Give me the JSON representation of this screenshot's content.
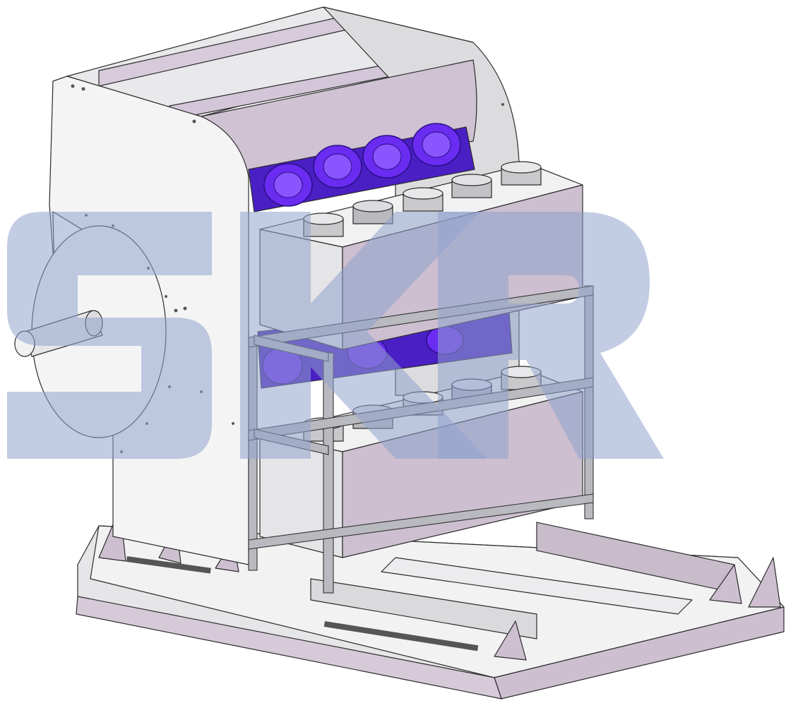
{
  "scene": {
    "subject": "cad-render-industrial-machine",
    "watermark_letters": [
      "S",
      "K",
      "R"
    ],
    "colors": {
      "background": "#ffffff",
      "metal_light": "#ededed",
      "metal_mid": "#d9d9dc",
      "panel_purple": "#cdbfd0",
      "fan_violet": "#6a2cf0",
      "fan_dark": "#3b12a8",
      "watermark": "#8fa3cc",
      "outline": "#2b2b2b"
    }
  }
}
